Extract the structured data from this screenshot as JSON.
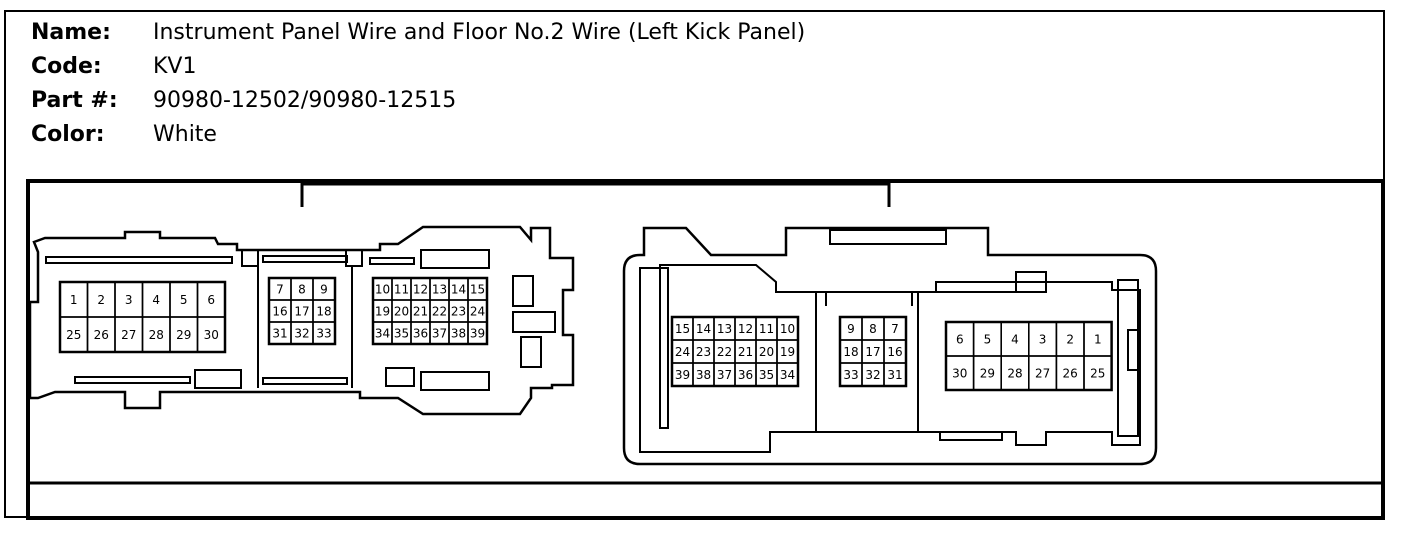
{
  "info": {
    "name_label": "Name:",
    "name_value": "Instrument Panel Wire and Floor No.2 Wire (Left Kick Panel)",
    "code_label": "Code:",
    "code_value": "KV1",
    "part_label": "Part #:",
    "part_value": "90980-12502/90980-12515",
    "color_label": "Color:",
    "color_value": "White"
  },
  "left_connector": {
    "block_a": {
      "row1": [
        "1",
        "2",
        "3",
        "4",
        "5",
        "6"
      ],
      "row2": [
        "25",
        "26",
        "27",
        "28",
        "29",
        "30"
      ]
    },
    "block_b": {
      "row1": [
        "7",
        "8",
        "9"
      ],
      "row2": [
        "16",
        "17",
        "18"
      ],
      "row3": [
        "31",
        "32",
        "33"
      ]
    },
    "block_c": {
      "row1": [
        "10",
        "11",
        "12",
        "13",
        "14",
        "15"
      ],
      "row2": [
        "19",
        "20",
        "21",
        "22",
        "23",
        "24"
      ],
      "row3": [
        "34",
        "35",
        "36",
        "37",
        "38",
        "39"
      ]
    }
  },
  "right_connector": {
    "block_c": {
      "row1": [
        "15",
        "14",
        "13",
        "12",
        "11",
        "10"
      ],
      "row2": [
        "24",
        "23",
        "22",
        "21",
        "20",
        "19"
      ],
      "row3": [
        "39",
        "38",
        "37",
        "36",
        "35",
        "34"
      ]
    },
    "block_b": {
      "row1": [
        "9",
        "8",
        "7"
      ],
      "row2": [
        "18",
        "17",
        "16"
      ],
      "row3": [
        "33",
        "32",
        "31"
      ]
    },
    "block_a": {
      "row1": [
        "6",
        "5",
        "4",
        "3",
        "2",
        "1"
      ],
      "row2": [
        "30",
        "29",
        "28",
        "27",
        "26",
        "25"
      ]
    }
  }
}
